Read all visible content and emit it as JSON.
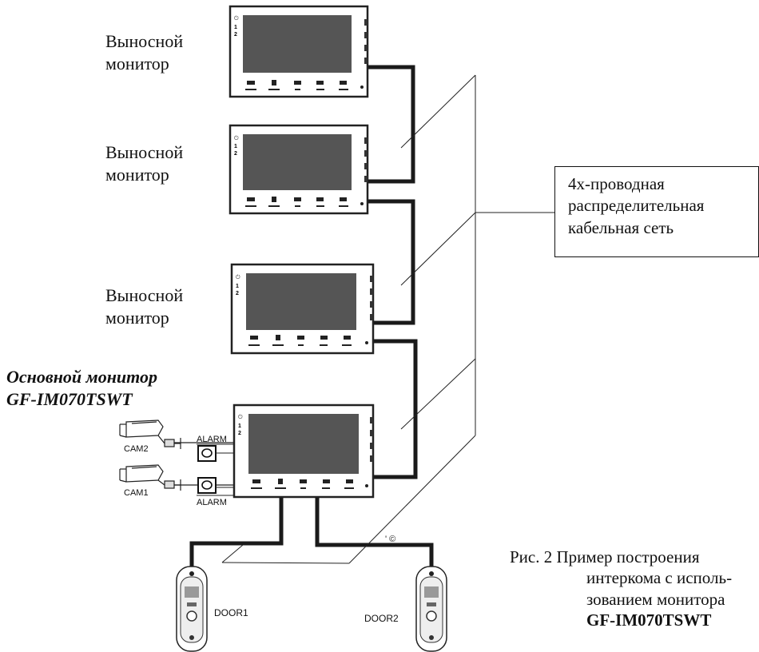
{
  "labels": {
    "remote_monitor_line1": "Выносной",
    "remote_monitor_line2": "монитор",
    "main_monitor_line1": "Основной монитор",
    "main_monitor_line2": "GF-IM070TSWT"
  },
  "network_box": {
    "line1": "4х-проводная",
    "line2": "распределительная",
    "line3": "кабельная сеть"
  },
  "devices": {
    "cam1": "CAM1",
    "cam2": "CAM2",
    "alarm": "ALARM",
    "door1": "DOOR1",
    "door2": "DOOR2",
    "indicator_1": "1",
    "indicator_2": "2"
  },
  "caption": {
    "prefix": "Рис. 2",
    "line1": "Пример построения",
    "line2": "интеркома с исполь-",
    "line3": "зованием монитора",
    "line4": "GF-IM070TSWT"
  }
}
